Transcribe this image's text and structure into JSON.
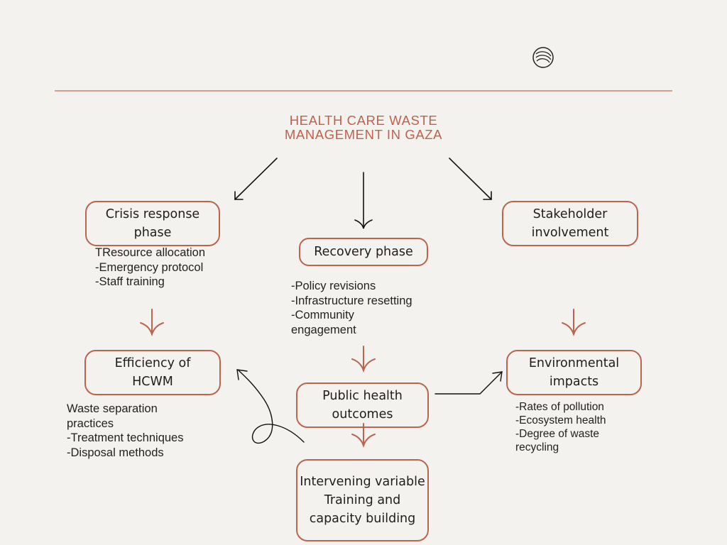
{
  "diagram": {
    "title": "HEALTH CARE WASTE MANAGEMENT IN GAZA",
    "colors": {
      "background": "#f3f2ee",
      "accent": "#c0624a",
      "box_border": "#b9654f",
      "text": "#1e1e1e"
    },
    "nodes": {
      "crisis": "Crisis response phase",
      "recovery": "Recovery phase",
      "stakeholder": "Stakeholder involvement",
      "efficiency": "Efficiency of HCWM",
      "public_health": "Public health outcomes",
      "environmental": "Environmental impacts",
      "intervening": "Intervening variable Training and capacity building"
    },
    "notes": {
      "crisis": [
        "TResource allocation",
        "-Emergency protocol",
        "-Staff training"
      ],
      "recovery": [
        "-Policy revisions",
        "-Infrastructure resetting",
        "-Community engagement"
      ],
      "efficiency": [
        "Waste separation practices",
        "-Treatment techniques",
        "-Disposal methods"
      ],
      "environmental": [
        "-Rates of pollution",
        "-Ecosystem health",
        "-Degree of waste recycling"
      ]
    }
  }
}
